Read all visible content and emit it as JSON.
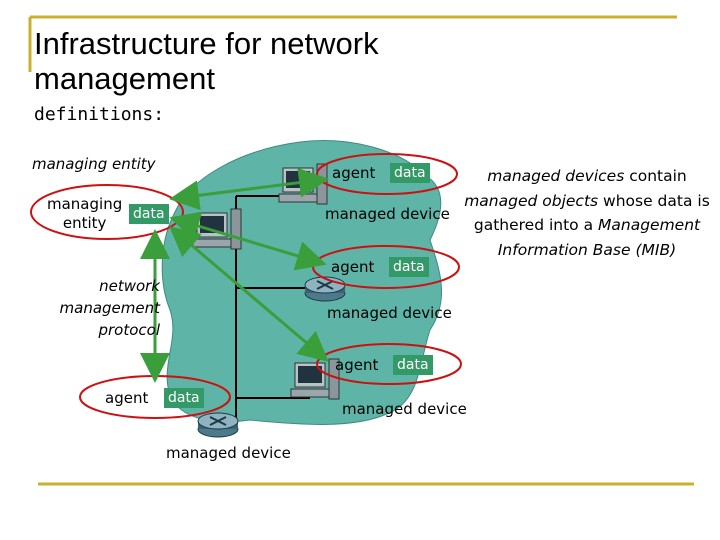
{
  "slide": {
    "title": "Infrastructure for network management",
    "subtitle": "definitions:"
  },
  "diagram": {
    "managing_entity_label": "managing entity",
    "managing_entity_box_line1": "managing",
    "managing_entity_box_line2": "entity",
    "data_label": "data",
    "agent_label": "agent",
    "managed_device_label": "managed device",
    "protocol_line1": "network",
    "protocol_line2": "management",
    "protocol_line3": "protocol"
  },
  "description": {
    "part1_italic": "managed devices",
    "part2": " contain ",
    "part3_italic": "managed objects",
    "part4": " whose data is gathered into a ",
    "part5_italic": "Management Information Base (MIB)"
  },
  "colors": {
    "accent_gold": "#c9b02f",
    "network_cloud": "#5fb4a8",
    "data_green": "#339966",
    "ellipse_red": "#cc1111",
    "arrow_green": "#3a9e3a"
  }
}
